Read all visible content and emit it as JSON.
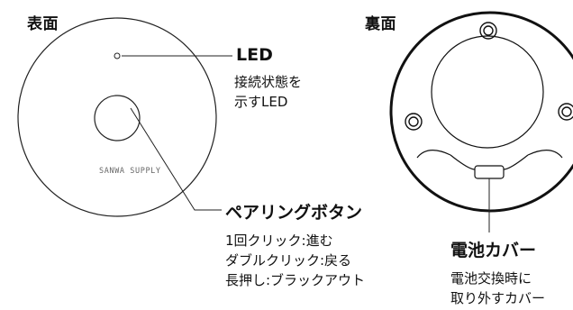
{
  "front": {
    "title": "表面",
    "brand": "SANWA SUPPLY",
    "led": {
      "title": "LED",
      "desc": [
        "接続状態を",
        "示すLED"
      ]
    },
    "pairing": {
      "title": "ペアリングボタン",
      "desc": [
        "1回クリック:進む",
        "ダブルクリック:戻る",
        "長押し:ブラックアウト"
      ]
    }
  },
  "back": {
    "title": "裏面",
    "battery": {
      "title": "電池カバー",
      "desc": [
        "電池交換時に",
        "取り外すカバー"
      ]
    }
  }
}
